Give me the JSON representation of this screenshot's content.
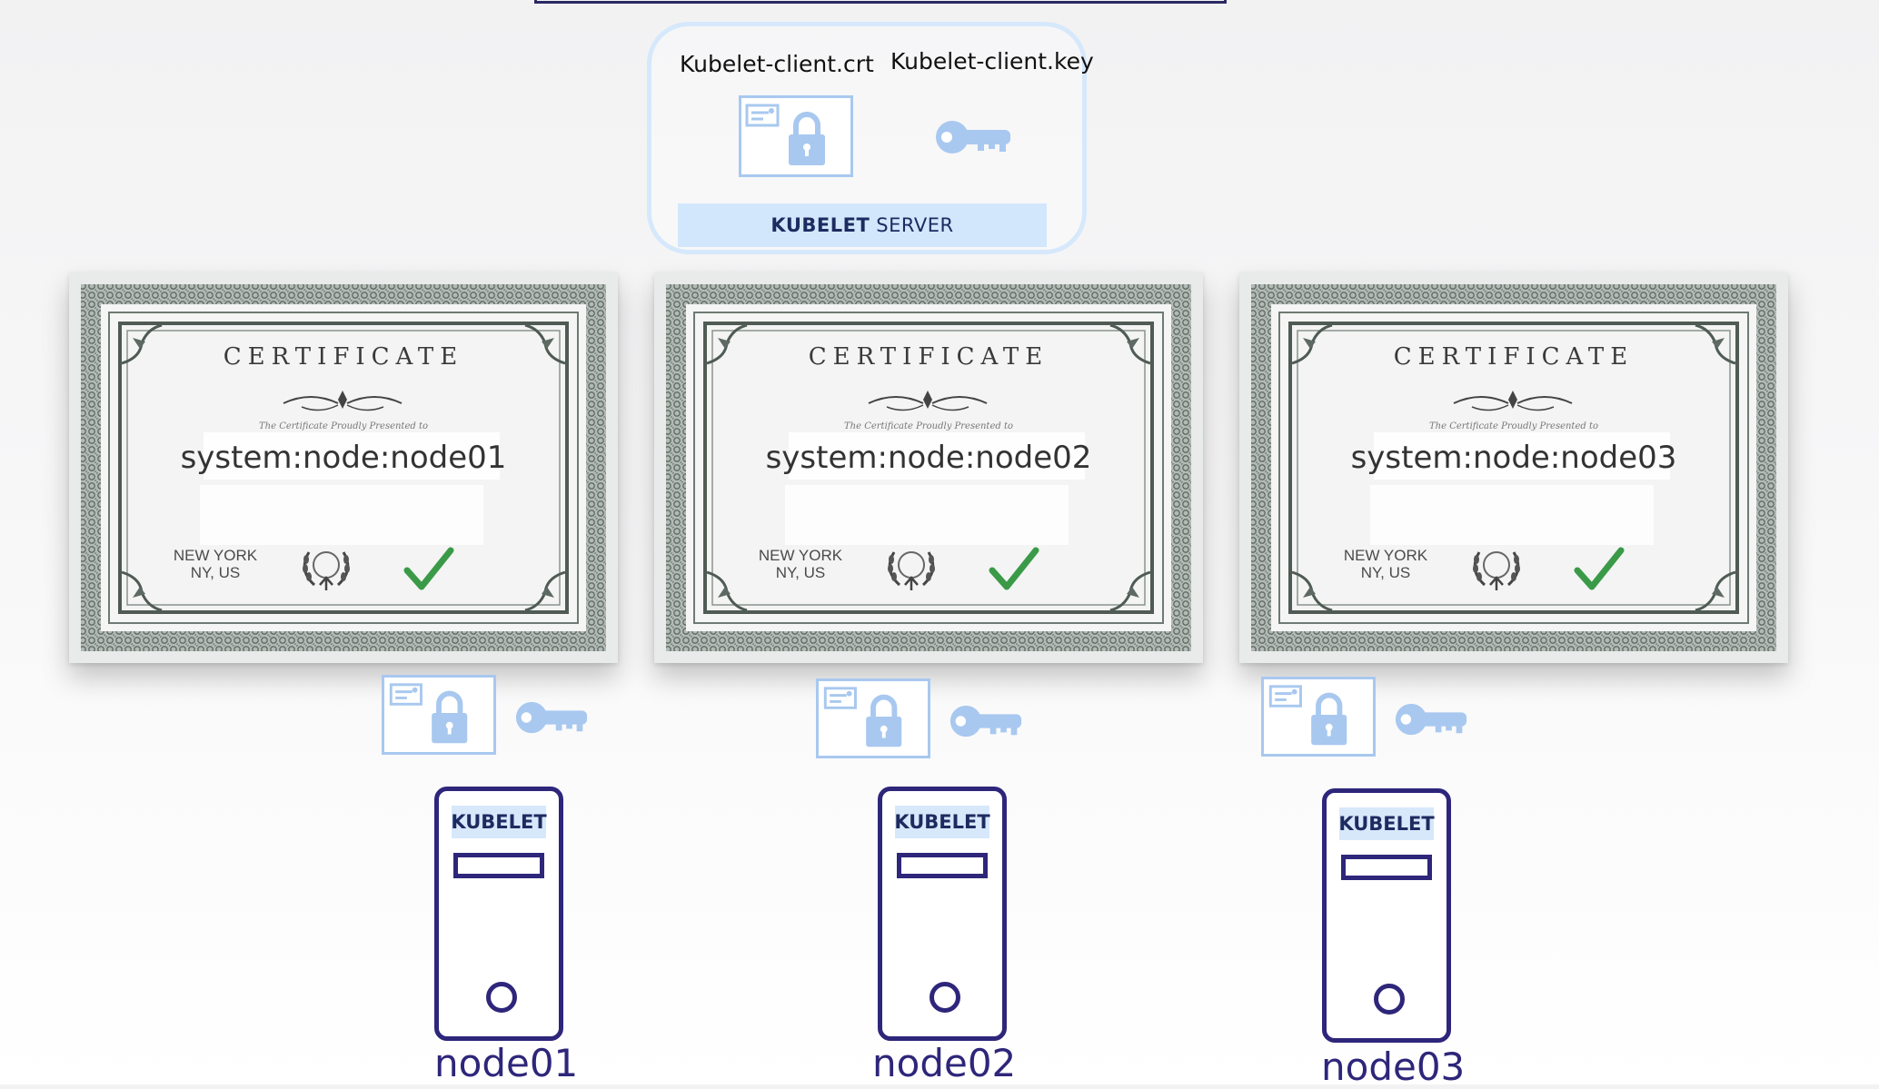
{
  "kubelet_server": {
    "crt_label": "Kubelet-client.crt",
    "key_label": "Kubelet-client.key",
    "banner_bold": "KUBELET",
    "banner_rest": "SERVER"
  },
  "certificates": [
    {
      "title": "CERTIFICATE",
      "subtitle": "The Certificate Proudly Presented to",
      "name": "system:node:node01",
      "city": "NEW YORK",
      "region": "NY, US"
    },
    {
      "title": "CERTIFICATE",
      "subtitle": "The Certificate Proudly Presented to",
      "name": "system:node:node02",
      "city": "NEW YORK",
      "region": "NY, US"
    },
    {
      "title": "CERTIFICATE",
      "subtitle": "The Certificate Proudly Presented to",
      "name": "system:node:node03",
      "city": "NEW YORK",
      "region": "NY, US"
    }
  ],
  "nodes": [
    {
      "tower_label": "KUBELET",
      "name": "node01"
    },
    {
      "tower_label": "KUBELET",
      "name": "node02"
    },
    {
      "tower_label": "KUBELET",
      "name": "node03"
    }
  ],
  "colors": {
    "icon_blue": "#a8c8ef",
    "navy": "#2e267a",
    "banner_bg": "#d2e7fc",
    "check_green": "#3a9a48"
  }
}
